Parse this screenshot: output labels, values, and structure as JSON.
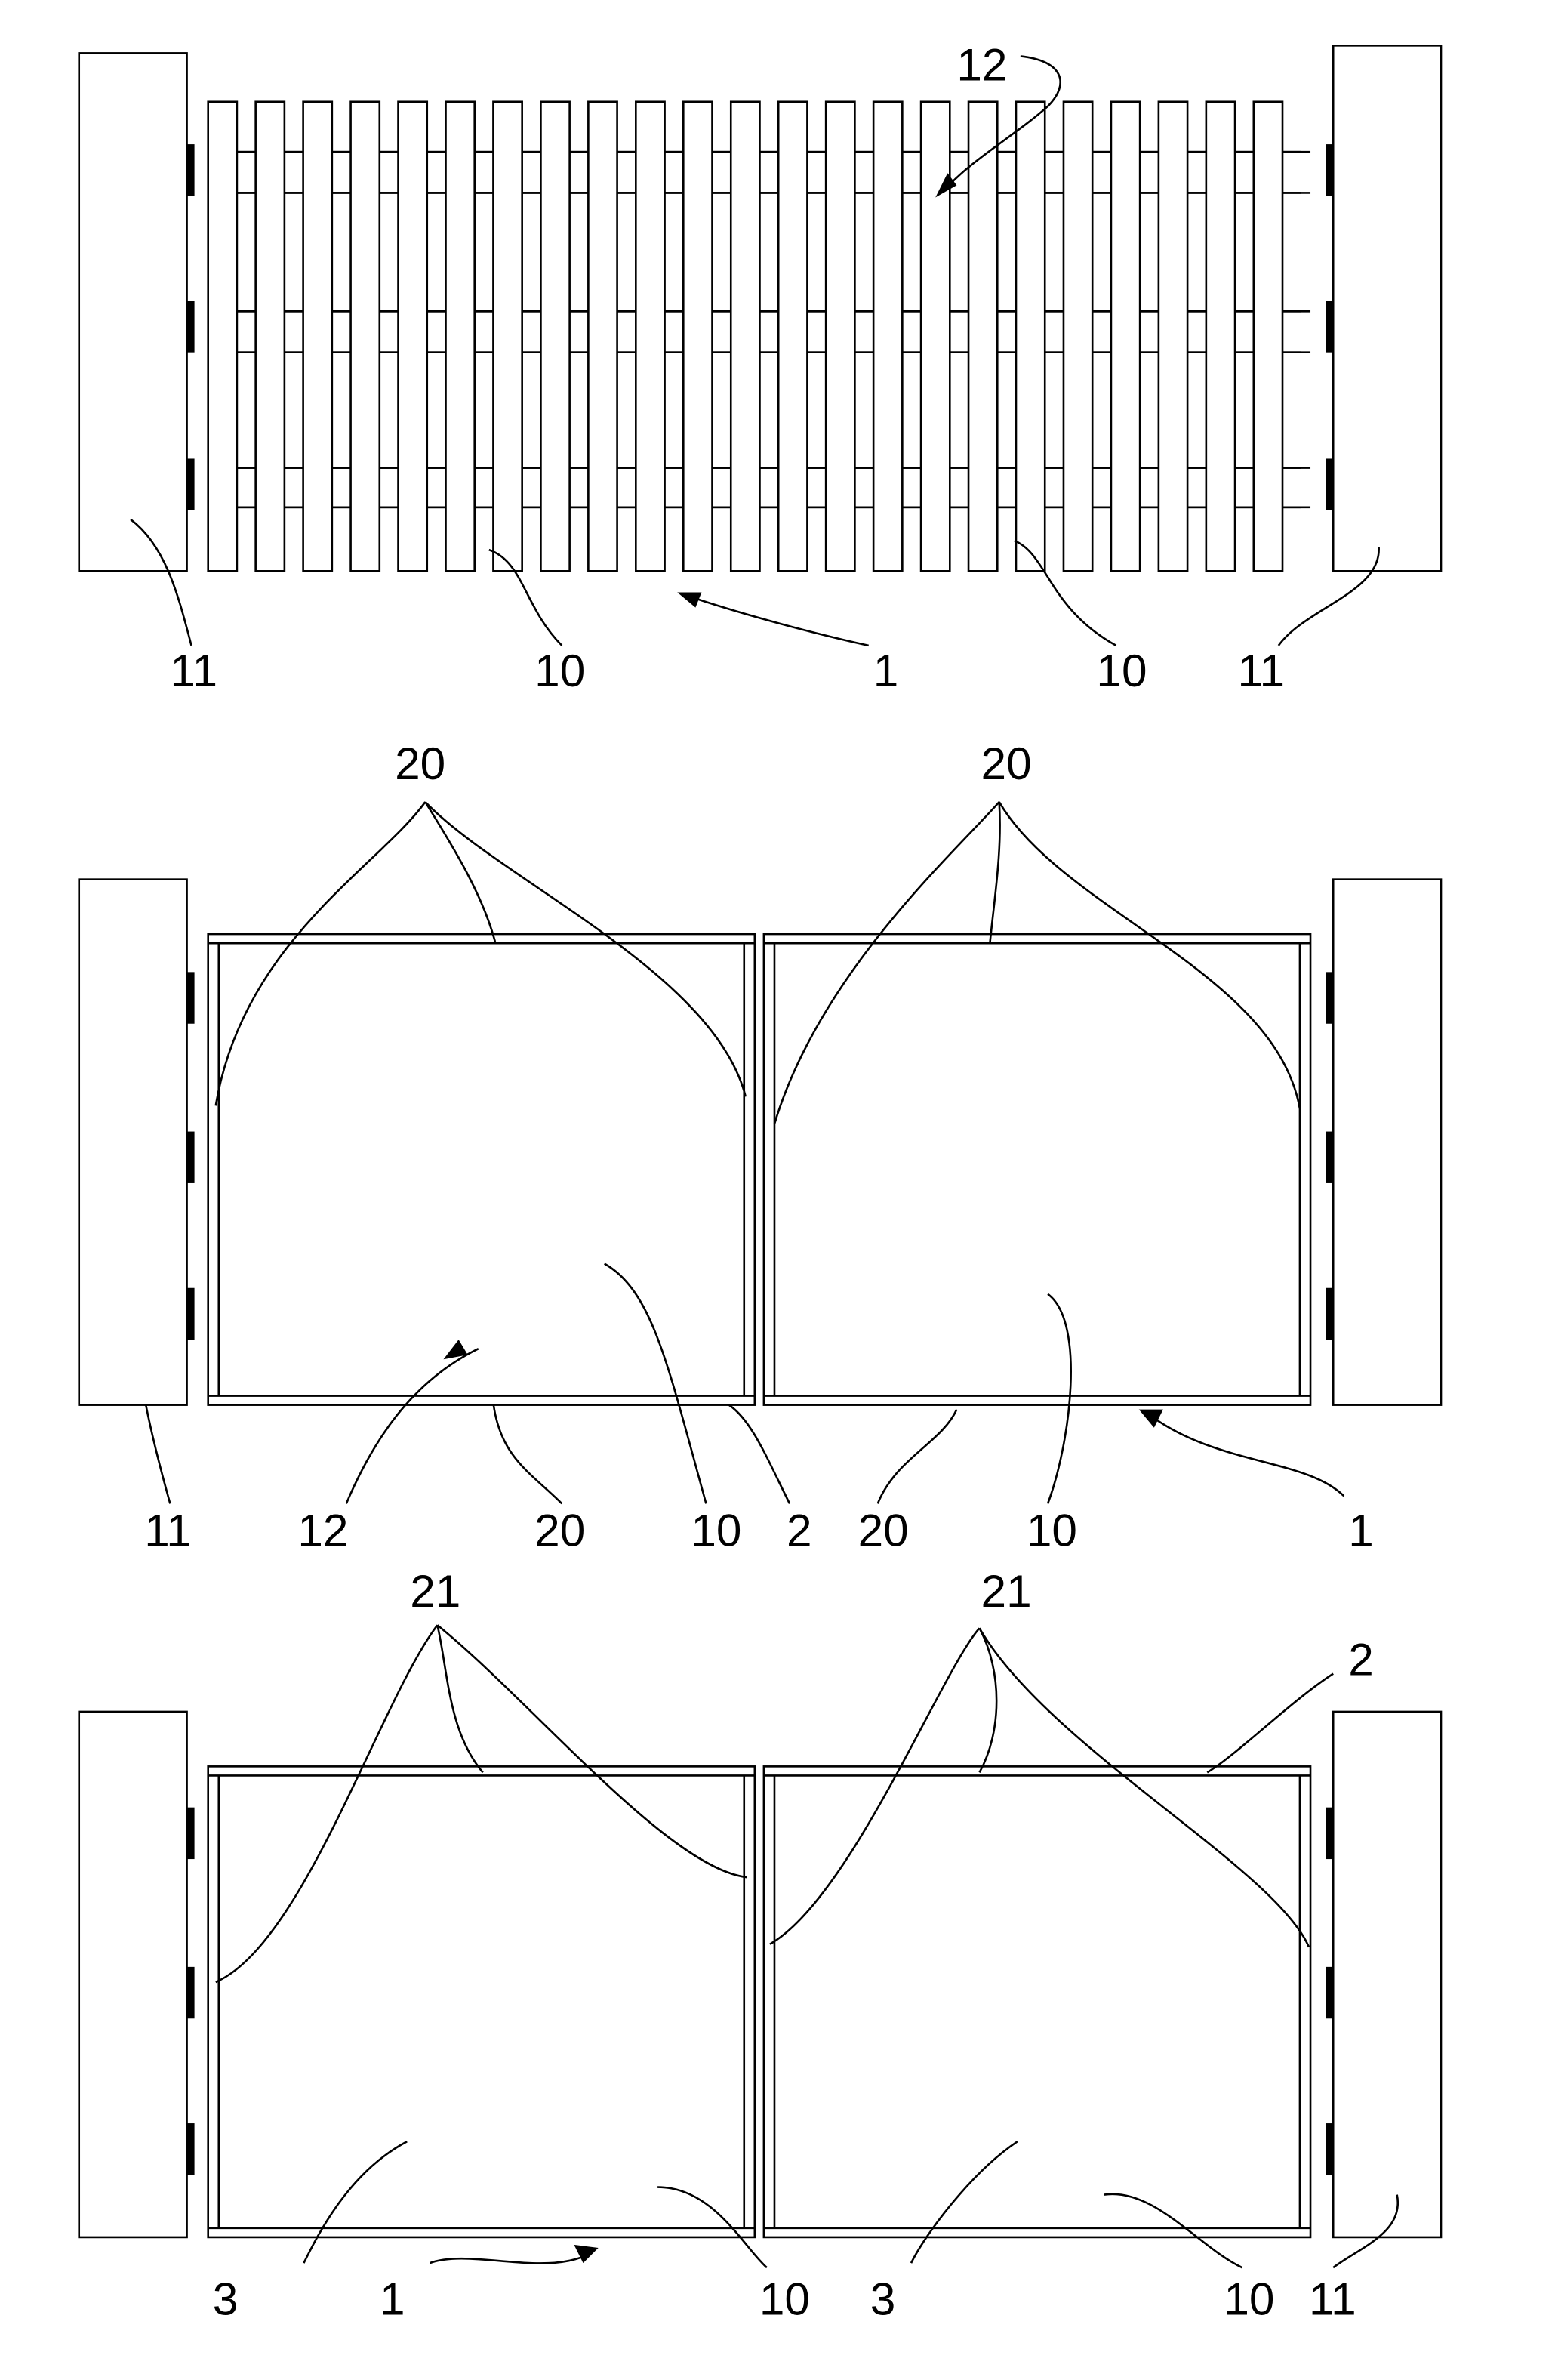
{
  "figure_top": {
    "labels": {
      "l12": "12",
      "l11a": "11",
      "l10a": "10",
      "l1": "1",
      "l10b": "10",
      "l11b": "11"
    }
  },
  "figure_middle": {
    "labels": {
      "l20a": "20",
      "l20b": "20",
      "l11": "11",
      "l12": "12",
      "l20c": "20",
      "l10a": "10",
      "l2": "2",
      "l20d": "20",
      "l10b": "10",
      "l1": "1"
    }
  },
  "figure_bottom": {
    "labels": {
      "l21a": "21",
      "l21b": "21",
      "l2": "2",
      "l3a": "3",
      "l1": "1",
      "l10a": "10",
      "l3b": "3",
      "l10b": "10",
      "l11": "11"
    }
  }
}
